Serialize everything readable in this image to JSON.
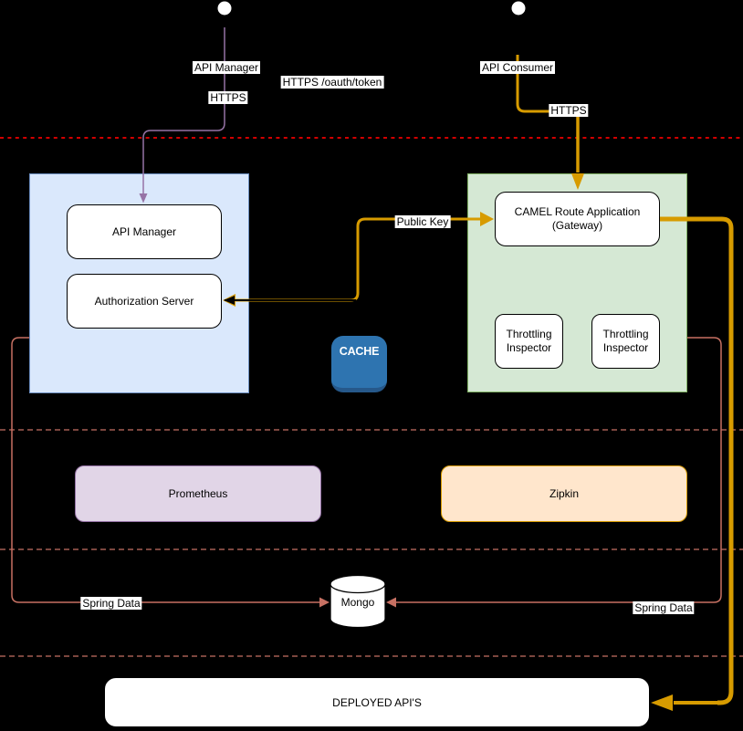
{
  "colors": {
    "background": "#000000",
    "blue_group_fill": "#dae8fc",
    "blue_group_stroke": "#6c8ebf",
    "green_group_fill": "#d5e8d4",
    "green_group_stroke": "#82b366",
    "purple_fill": "#e1d5e7",
    "purple_stroke": "#9673a6",
    "orange_fill": "#ffe6cc",
    "orange_stroke": "#d79b00",
    "yellow_edge": "#d79b00",
    "red_edge": "#c77163",
    "divider_red": "#f00000",
    "cache_fill": "#2e74b0"
  },
  "nodes": {
    "api_manager": "API Manager",
    "authorization_server": "Authorization Server",
    "camel_route": "CAMEL Route Application (Gateway)",
    "throttling_inspector_1": "Throttling Inspector",
    "throttling_inspector_2": "Throttling Inspector",
    "cache": "CACHE",
    "prometheus": "Prometheus",
    "zipkin": "Zipkin",
    "mongo": "Mongo",
    "deployed_apis": "DEPLOYED API'S"
  },
  "edge_labels": {
    "api_manager_actor": "API Manager",
    "https_left": "HTTPS",
    "oauth_token": "HTTPS /oauth/token",
    "api_consumer": "API Consumer",
    "https_right": "HTTPS",
    "public_key": "Public Key",
    "spring_data_left": "Spring Data",
    "spring_data_right": "Spring Data"
  }
}
